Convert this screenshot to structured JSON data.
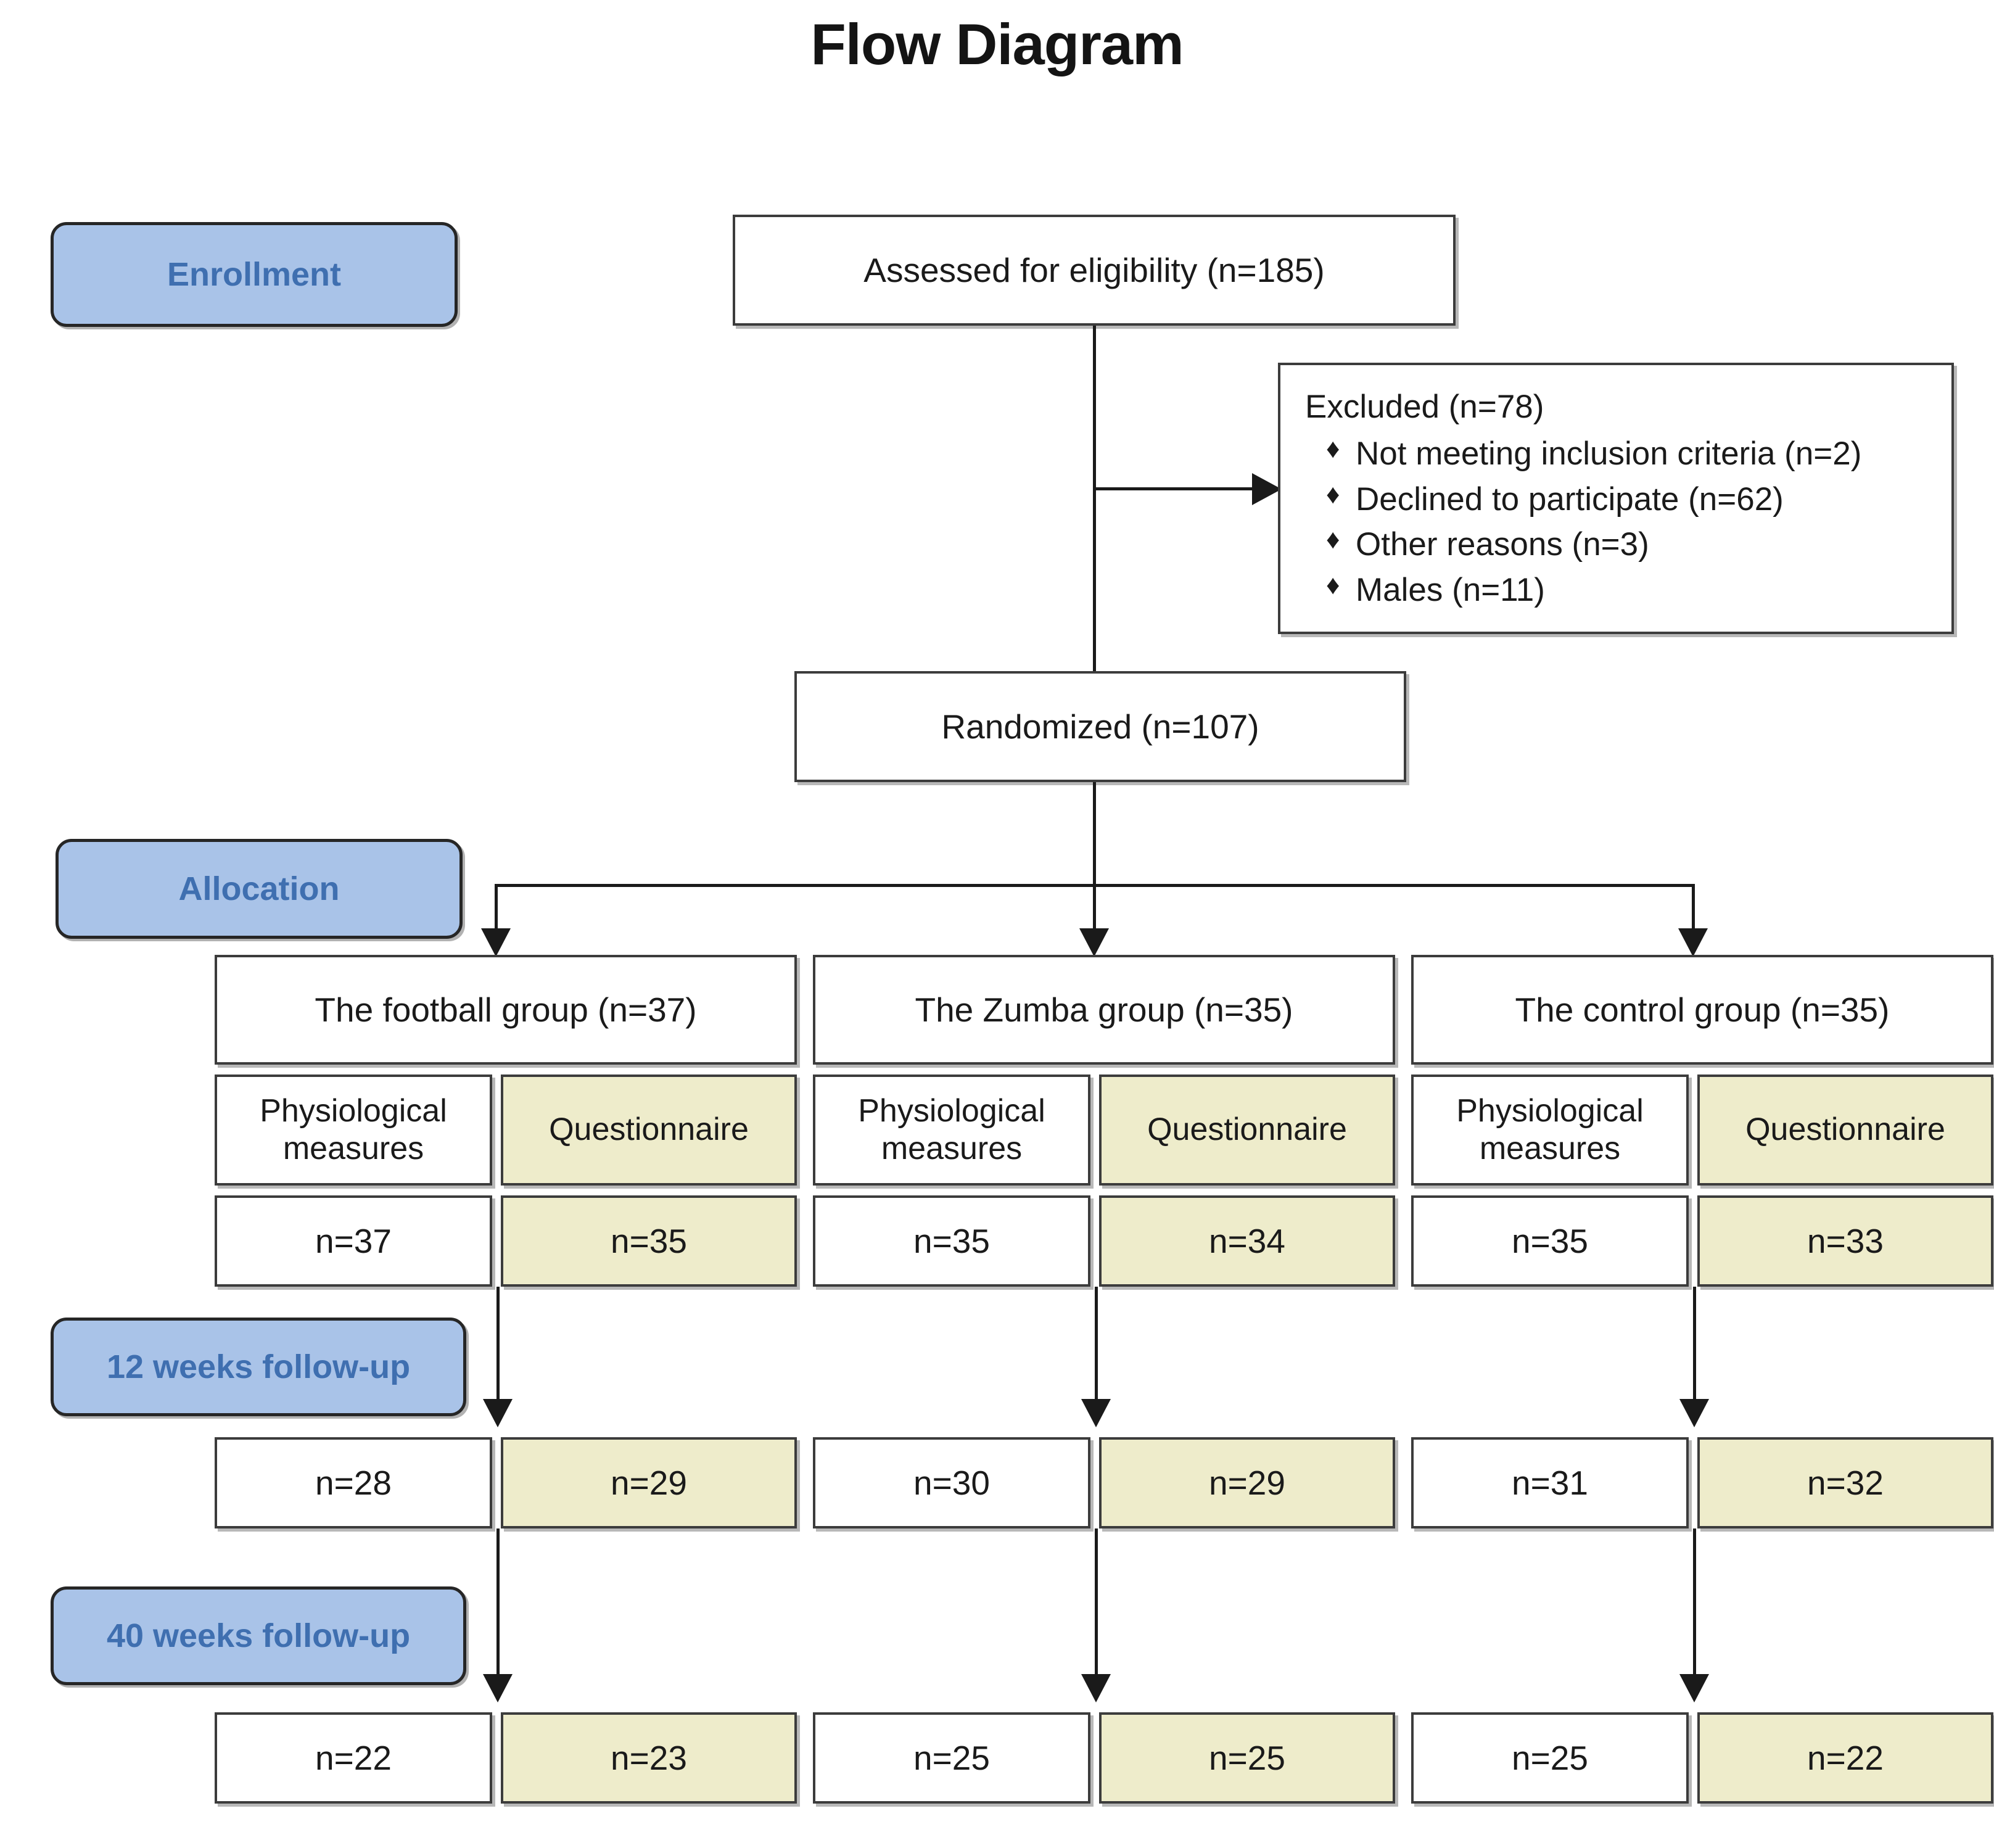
{
  "title": "Flow Diagram",
  "stages": [
    {
      "id": "enrollment",
      "label": "Enrollment"
    },
    {
      "id": "allocation",
      "label": "Allocation"
    },
    {
      "id": "followup12",
      "label": "12 weeks follow-up"
    },
    {
      "id": "followup40",
      "label": "40 weeks follow-up"
    }
  ],
  "enrollment": {
    "assessed": "Assessed for eligibility (n=185)",
    "randomized": "Randomized (n=107)"
  },
  "excluded": {
    "header": "Excluded (n=78)",
    "bullet_glyph": "♦",
    "reasons": [
      "Not meeting inclusion criteria (n=2)",
      "Declined to participate (n=62)",
      "Other reasons (n=3)",
      "Males (n=11)"
    ]
  },
  "measure_labels": {
    "physiological": "Physiological measures",
    "questionnaire": "Questionnaire"
  },
  "groups": [
    {
      "header": "The football group (n=37)",
      "baseline": {
        "physiological": "n=37",
        "questionnaire": "n=35"
      },
      "week12": {
        "physiological": "n=28",
        "questionnaire": "n=29"
      },
      "week40": {
        "physiological": "n=22",
        "questionnaire": "n=23"
      }
    },
    {
      "header": "The Zumba group (n=35)",
      "baseline": {
        "physiological": "n=35",
        "questionnaire": "n=34"
      },
      "week12": {
        "physiological": "n=30",
        "questionnaire": "n=29"
      },
      "week40": {
        "physiological": "n=25",
        "questionnaire": "n=25"
      }
    },
    {
      "header": "The control group (n=35)",
      "baseline": {
        "physiological": "n=35",
        "questionnaire": "n=33"
      },
      "week12": {
        "physiological": "n=31",
        "questionnaire": "n=32"
      },
      "week40": {
        "physiological": "n=25",
        "questionnaire": "n=22"
      }
    }
  ],
  "colors": {
    "stage_fill": "#a9c3e8",
    "stage_text": "#3f6fb0",
    "questionnaire_fill": "#eeeccb",
    "box_border": "#3c3c3c",
    "text": "#1a1a1a"
  }
}
